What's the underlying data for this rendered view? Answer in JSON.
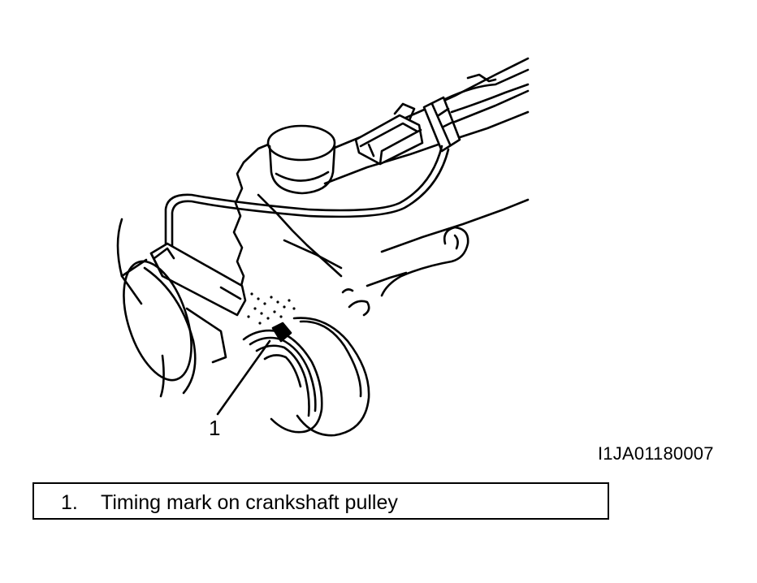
{
  "callout": {
    "number": "1"
  },
  "figure_code": "I1JA01180007",
  "legend": {
    "items": [
      {
        "number": "1.",
        "text": "Timing mark on crankshaft pulley"
      }
    ]
  }
}
